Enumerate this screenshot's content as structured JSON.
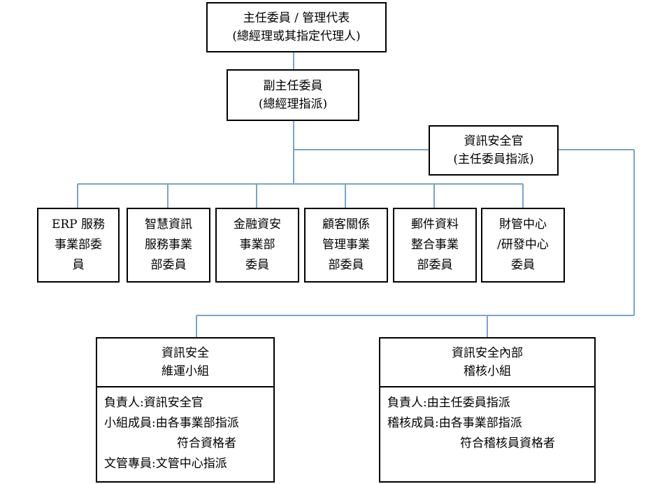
{
  "top": {
    "line1": "主任委員  /  管理代表",
    "line2": "(總經理或其指定代理人)"
  },
  "vice": {
    "line1": "副主任委員",
    "line2": "(總經理指派)"
  },
  "ciso": {
    "line1": "資訊安全官",
    "line2": "(主任委員指派)"
  },
  "departments": [
    {
      "lines": [
        "ERP 服務",
        "事業部委",
        "員"
      ]
    },
    {
      "lines": [
        "智慧資訊",
        "服務事業",
        "部委員"
      ]
    },
    {
      "lines": [
        "金融資安",
        "事業部",
        "委員"
      ]
    },
    {
      "lines": [
        "顧客關係",
        "管理事業",
        "部委員"
      ]
    },
    {
      "lines": [
        "郵件資料",
        "整合事業",
        "部委員"
      ]
    },
    {
      "lines": [
        "財管中心",
        "/研發中心",
        "委員"
      ]
    }
  ],
  "team_ops": {
    "title1": "資訊安全",
    "title2": "維運小組",
    "body": [
      "負責人:資訊安全官",
      "小組成員:由各事業部指派",
      "符合資格者",
      "文管專員:文管中心指派"
    ]
  },
  "team_audit": {
    "title1": "資訊安全內部",
    "title2": "稽核小組",
    "body": [
      "負責人:由主任委員指派",
      "稽核成員:由各事業部指派",
      "符合稽核員資格者"
    ]
  },
  "colors": {
    "connector": "#7aa3cf",
    "border": "#000000"
  }
}
